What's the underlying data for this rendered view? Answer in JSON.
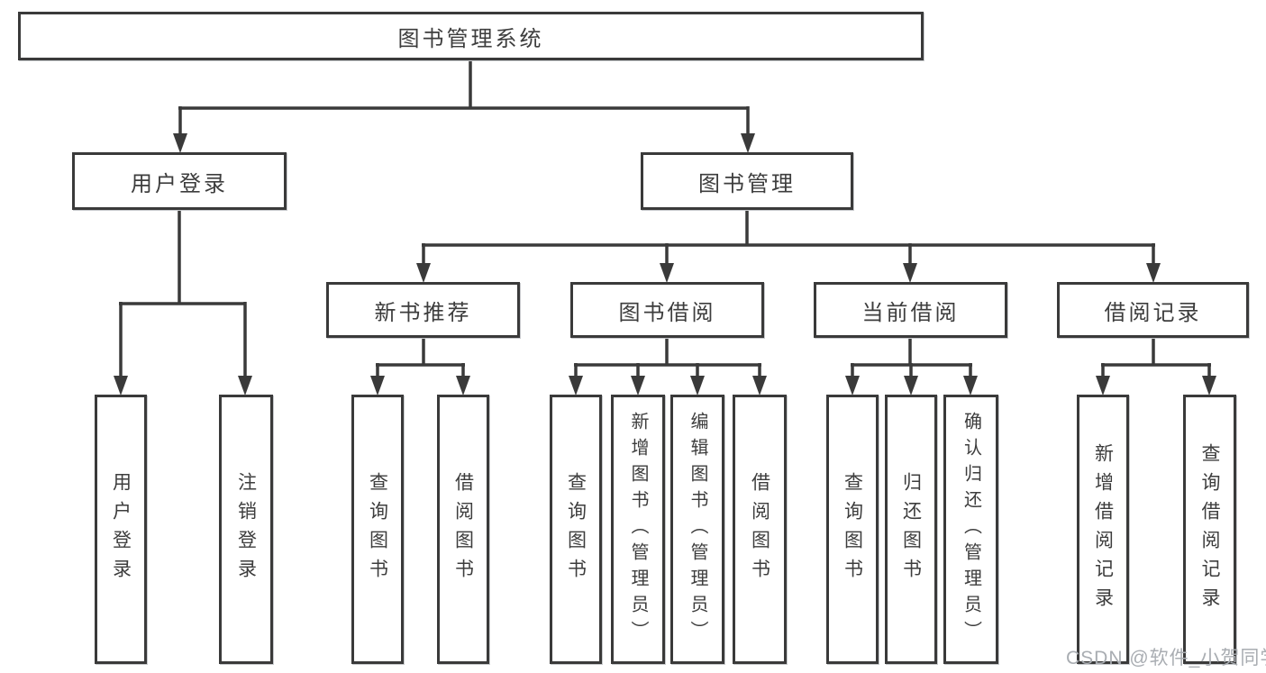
{
  "diagram": {
    "root": {
      "label": "图书管理系统"
    },
    "user_branch": {
      "label": "用户登录",
      "children": [
        {
          "label": "用户登录"
        },
        {
          "label": "注销登录"
        }
      ]
    },
    "mgmt_branch": {
      "label": "图书管理",
      "groups": [
        {
          "label": "新书推荐",
          "children": [
            {
              "label": "查询图书"
            },
            {
              "label": "借阅图书"
            }
          ]
        },
        {
          "label": "图书借阅",
          "children": [
            {
              "label": "查询图书"
            },
            {
              "label": "新增图书（管理员）"
            },
            {
              "label": "编辑图书（管理员）"
            },
            {
              "label": "借阅图书"
            }
          ]
        },
        {
          "label": "当前借阅",
          "children": [
            {
              "label": "查询图书"
            },
            {
              "label": "归还图书"
            },
            {
              "label": "确认归还（管理员）"
            }
          ]
        },
        {
          "label": "借阅记录",
          "children": [
            {
              "label": "新增借阅记录"
            },
            {
              "label": "查询借阅记录"
            }
          ]
        }
      ]
    }
  },
  "watermark": {
    "text": "CSDN @软件_小贺同学"
  },
  "colors": {
    "line": "#3a3a3a",
    "text": "#3d3d3d",
    "watermark": "#a9adb2",
    "background": "#ffffff"
  }
}
